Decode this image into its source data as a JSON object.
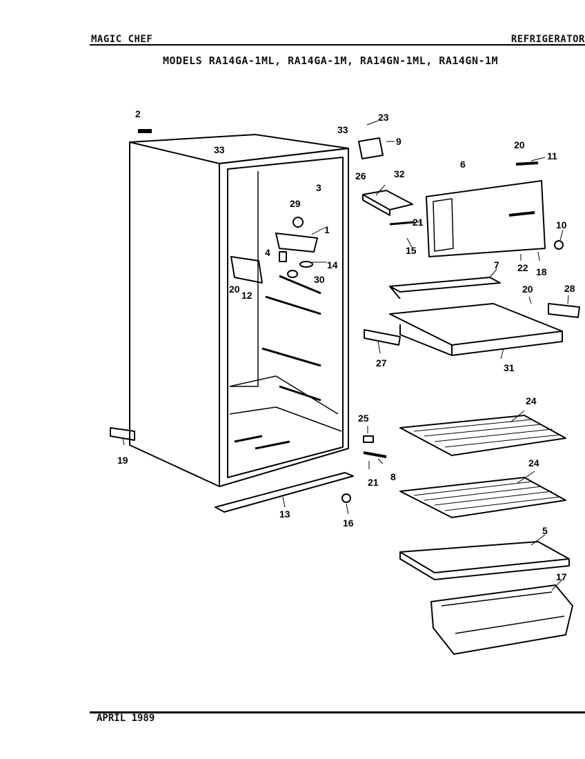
{
  "header": {
    "brand": "MAGIC CHEF",
    "section": "REFRIGERATOR",
    "models": "MODELS RA14GA-1ML, RA14GA-1M, RA14GN-1ML, RA14GN-1M"
  },
  "footer": {
    "date": "APRIL 1989"
  },
  "callouts": {
    "n1": "1",
    "n2": "2",
    "n3": "3",
    "n4": "4",
    "n5": "5",
    "n6": "6",
    "n7": "7",
    "n8": "8",
    "n9": "9",
    "n10": "10",
    "n11": "11",
    "n12": "12",
    "n13": "13",
    "n14": "14",
    "n15": "15",
    "n16": "16",
    "n17": "17",
    "n18": "18",
    "n19": "19",
    "n20": "20",
    "n21": "21",
    "n22": "22",
    "n23": "23",
    "n24": "24",
    "n25": "25",
    "n26": "26",
    "n27": "27",
    "n28": "28",
    "n29": "29",
    "n30": "30",
    "n31": "31",
    "n32": "32",
    "n33": "33"
  }
}
